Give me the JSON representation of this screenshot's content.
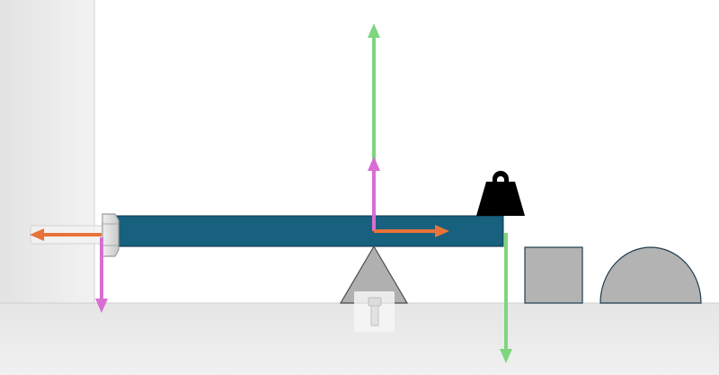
{
  "scene": {
    "objects": [
      "wall",
      "ground",
      "beam",
      "wall-bolt",
      "fulcrum",
      "weight",
      "square-block",
      "half-disc-block",
      "bolt-tool-button"
    ],
    "colors": {
      "wall": "#e6e6e6",
      "ground": "#e9e9e9",
      "beam": "#17607e",
      "beam_stroke": "#0c3548",
      "fulcrum": "#b0b0b0",
      "fulcrum_stroke": "#4a4a4a",
      "weight": "#000000",
      "block": "#b3b3b3",
      "block_stroke": "#1e3c4c",
      "arrow_green": "#7ed67e",
      "arrow_purple": "#d86ed1",
      "arrow_orange": "#e8733a"
    }
  },
  "force_arrows": [
    {
      "name": "normal-force-arrow",
      "color": "green",
      "direction": "up"
    },
    {
      "name": "pivot-vertical-force-arrow",
      "color": "purple",
      "direction": "up"
    },
    {
      "name": "pivot-horizontal-force-arrow",
      "color": "orange",
      "direction": "right"
    },
    {
      "name": "bolt-horizontal-force-arrow",
      "color": "orange",
      "direction": "left"
    },
    {
      "name": "bolt-vertical-force-arrow",
      "color": "purple",
      "direction": "down"
    },
    {
      "name": "weight-force-arrow",
      "color": "green",
      "direction": "down"
    }
  ],
  "icons": {
    "weight": "kettlebell-weight-icon",
    "bolt_tool": "bolt-icon"
  }
}
